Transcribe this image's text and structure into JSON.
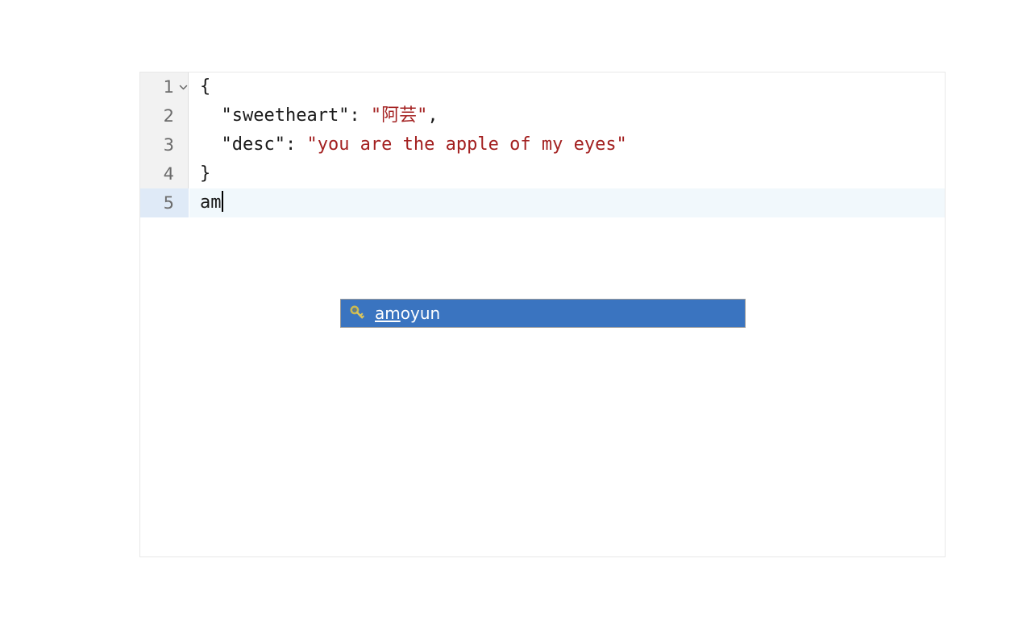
{
  "editor": {
    "language": "json",
    "gutter": {
      "fold_icon": "chevron-down-icon",
      "line_numbers": [
        "1",
        "2",
        "3",
        "4",
        "5"
      ]
    },
    "active_line": 5,
    "lines": [
      {
        "number": "1",
        "foldable": true,
        "text": "{",
        "tokens": [
          {
            "type": "punc",
            "text": "{"
          }
        ]
      },
      {
        "number": "2",
        "foldable": false,
        "text": "  \"sweetheart\": \"阿芸\",",
        "tokens": [
          {
            "type": "key",
            "text": "  \"sweetheart\": "
          },
          {
            "type": "str",
            "text": "\"阿芸\""
          },
          {
            "type": "punc",
            "text": ","
          }
        ]
      },
      {
        "number": "3",
        "foldable": false,
        "text": "  \"desc\": \"you are the apple of my eyes\"",
        "tokens": [
          {
            "type": "key",
            "text": "  \"desc\": "
          },
          {
            "type": "str",
            "text": "\"you are the apple of my eyes\""
          }
        ]
      },
      {
        "number": "4",
        "foldable": false,
        "text": "}",
        "tokens": [
          {
            "type": "punc",
            "text": "}"
          }
        ]
      },
      {
        "number": "5",
        "foldable": false,
        "text": "am",
        "caret": true,
        "tokens": [
          {
            "type": "plain",
            "text": "am"
          }
        ]
      }
    ]
  },
  "autocomplete": {
    "visible": true,
    "typed_prefix": "am",
    "items": [
      {
        "icon": "key-icon",
        "label": "amoyun",
        "match": "am",
        "rest": "oyun",
        "selected": true
      }
    ]
  },
  "colors": {
    "selection_blue": "#3a74c0",
    "string_red": "#a32020",
    "current_line": "#f1f8fc",
    "gutter_bg": "#f2f2f2",
    "gutter_active": "#dfeaf7",
    "key_icon_gold": "#d8c45e",
    "editor_border": "#e8e8e8"
  }
}
